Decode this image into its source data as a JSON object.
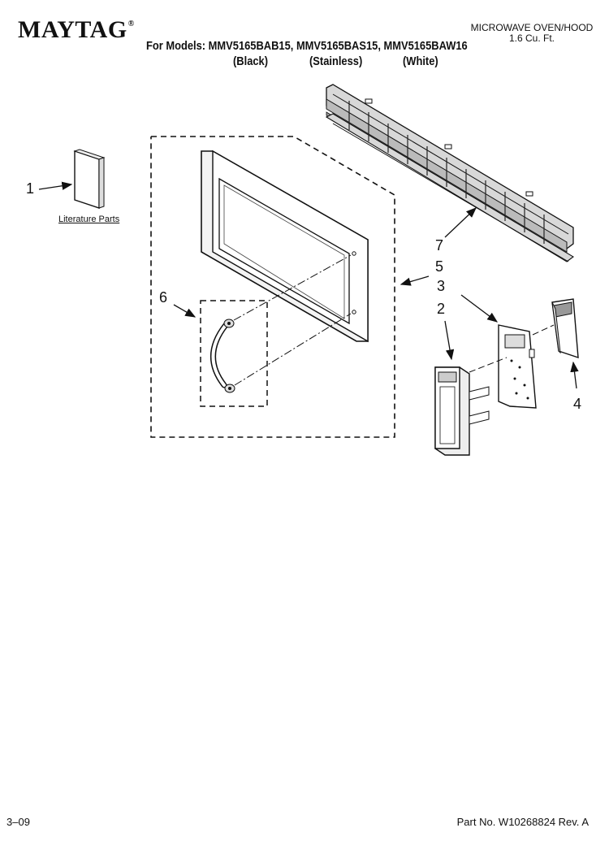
{
  "header": {
    "brand": "MAYTAG",
    "brand_mark": "®",
    "models_line": "For Models: MMV5165BAB15, MMV5165BAS15, MMV5165BAW16",
    "variants": [
      "(Black)",
      "(Stainless)",
      "(White)"
    ],
    "product_line1": "MICROWAVE OVEN/HOOD",
    "product_line2": "1.6 Cu. Ft."
  },
  "diagram": {
    "literature_label": "Literature Parts",
    "callouts": [
      "1",
      "2",
      "3",
      "4",
      "5",
      "6",
      "7"
    ],
    "parts_shown": [
      "literature-booklet",
      "door-frame",
      "door-handle",
      "control-panel-bezel",
      "control-board",
      "keypad",
      "vent-grille"
    ]
  },
  "footer": {
    "left": "3–09",
    "right": "Part No. W10268824 Rev. A"
  }
}
